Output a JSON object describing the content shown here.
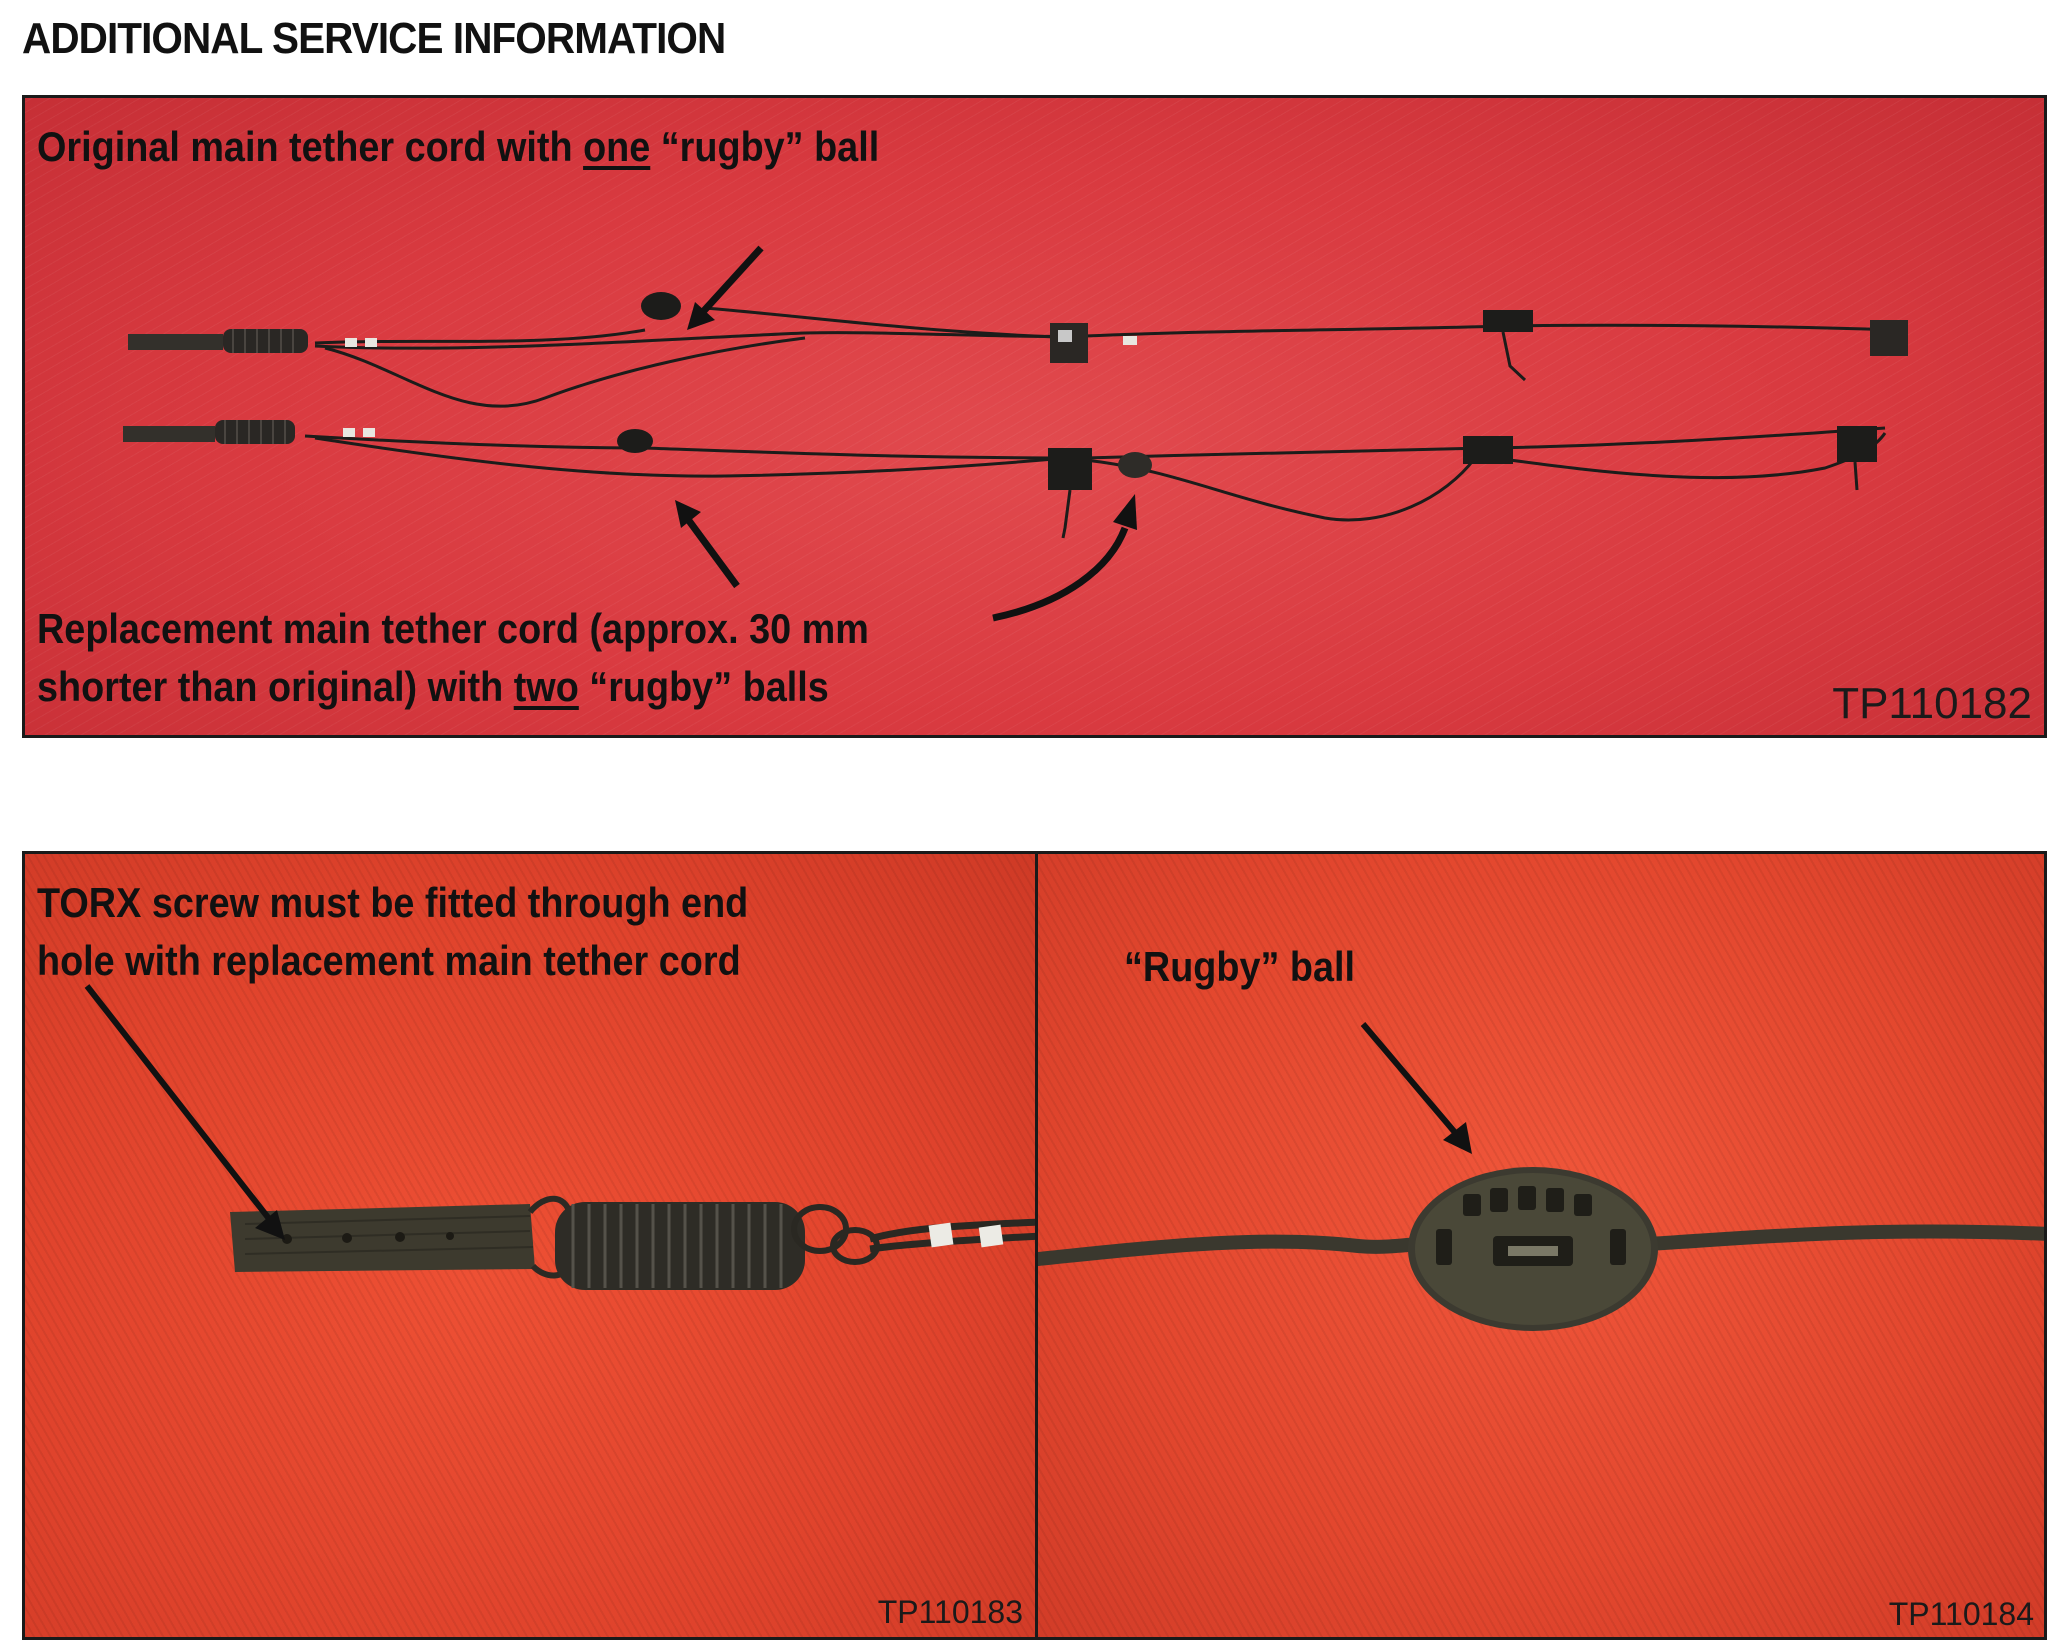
{
  "heading": "ADDITIONAL SERVICE INFORMATION",
  "top_panel": {
    "original_label": {
      "pre": "Original main tether cord with ",
      "underlined": "one",
      "post": " “rugby” ball"
    },
    "replacement_label": {
      "line1": "Replacement main tether cord (approx. 30 mm",
      "line2_pre": "shorter than original) with ",
      "line2_underlined": "two",
      "line2_post": " “rugby” balls"
    },
    "code": "TP110182"
  },
  "left_panel": {
    "label_line1": "TORX screw must be fitted through end",
    "label_line2": "hole with replacement main tether cord",
    "code": "TP110183"
  },
  "right_panel": {
    "label": "“Rugby” ball",
    "code": "TP110184"
  },
  "colors": {
    "top_background": "#d93a40",
    "bottom_background": "#e3472e",
    "cord": "#1c1c1a",
    "border": "#1a1a1a"
  }
}
